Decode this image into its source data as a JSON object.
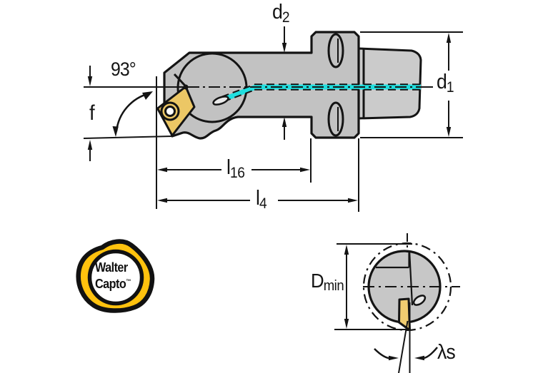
{
  "colors": {
    "ink": "#141414",
    "body_gray": "#c2c2c2",
    "taper_gray": "#cbcbcb",
    "section_gray": "#c7c7c7",
    "insert_gold": "#ecc765",
    "section_insert_gold": "#f0cc70",
    "coolant_cyan": "#20dfdf",
    "outlet_gray": "#e9e9e9",
    "logo_yellow": "#ffc20e",
    "logo_ring_white": "#ffffff"
  },
  "dimension_labels": {
    "d2": {
      "base": "d",
      "sub": "2"
    },
    "d1": {
      "base": "d",
      "sub": "1"
    },
    "approach_angle": "93°",
    "offset_f": "f",
    "l16": {
      "base": "l",
      "sub": "16"
    },
    "l4": {
      "base": "l",
      "sub": "4"
    },
    "d_min": {
      "base": "D",
      "sub": "min"
    },
    "lambda_s": "λs"
  },
  "logo": {
    "line1": "Walter",
    "line2": "Capto",
    "trademark": "™"
  }
}
